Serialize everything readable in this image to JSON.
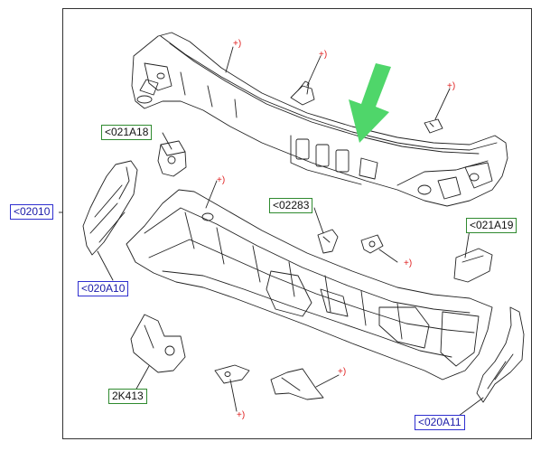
{
  "labels": {
    "l02010": "<02010",
    "l021A18": "<021A18",
    "l020A10": "<020A10",
    "l02283": "<02283",
    "l021A19": "<021A19",
    "l2K413": "2K413",
    "l020A11": "<020A11"
  },
  "marker": "+)",
  "colors": {
    "frame": "#333333",
    "part_line": "#222222",
    "blue_label": "#2f2fd0",
    "green_label": "#2f8a2f",
    "red_marker": "#e02020",
    "arrow": "#4fd66a"
  }
}
